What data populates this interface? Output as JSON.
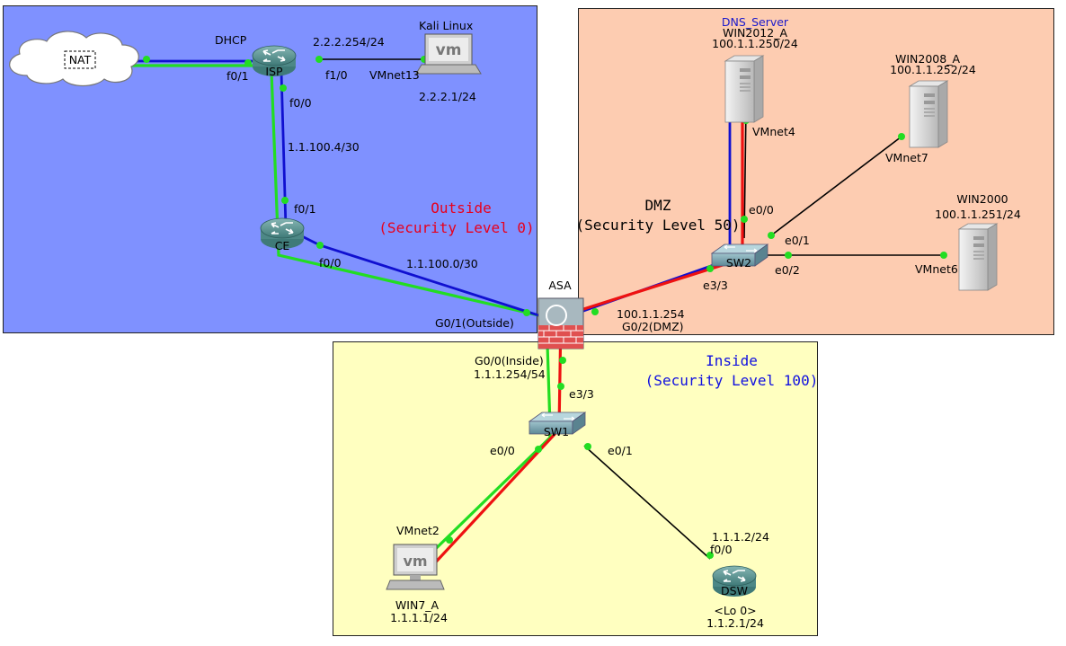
{
  "zones": {
    "outside": {
      "name": "Outside",
      "level": "(Security Level 0)",
      "name_color": "#e8001c",
      "level_color": "#e8001c"
    },
    "dmz": {
      "name": "DMZ",
      "level": "(Security Level 50)",
      "name_color": "#000000",
      "level_color": "#000000"
    },
    "inside": {
      "name": "Inside",
      "level": "(Security Level 100)",
      "name_color": "#1010e0",
      "level_color": "#1010e0"
    }
  },
  "nodes": {
    "nat": {
      "label": "NAT"
    },
    "isp": {
      "label": "ISP",
      "title": "DHCP",
      "ip": "2.2.2.254/24"
    },
    "kali": {
      "title": "Kali Linux",
      "ip": "2.2.2.1/24"
    },
    "ce": {
      "label": "CE"
    },
    "asa": {
      "label": "ASA"
    },
    "sw1": {
      "label": "SW1"
    },
    "sw2": {
      "label": "SW2"
    },
    "dns_server": {
      "role": "DNS_Server",
      "name": "WIN2012_A",
      "ip": "100.1.1.250/24",
      "role_color": "#1a1acc"
    },
    "win2008": {
      "name": "WIN2008_A",
      "ip": "100.1.1.252/24"
    },
    "win2000": {
      "name": "WIN2000",
      "ip": "100.1.1.251/24"
    },
    "win7": {
      "name": "WIN7_A",
      "ip": "1.1.1.1/24"
    },
    "dsw": {
      "label": "DSW",
      "ip": "1.1.1.2/24",
      "loopback": "<Lo 0>",
      "loopback_ip": "1.1.2.1/24"
    }
  },
  "labels": {
    "isp_f0_1": "f0/1",
    "isp_f1_0": "f1/0",
    "isp_f0_0": "f0/0",
    "vmnet13": "VMnet13",
    "link_isp_ce": "1.1.100.4/30",
    "ce_f0_1": "f0/1",
    "ce_f0_0": "f0/0",
    "link_ce_asa": "1.1.100.0/30",
    "asa_g0_1": "G0/1(Outside)",
    "asa_g0_2_ip": "100.1.1.254",
    "asa_g0_2": "G0/2(DMZ)",
    "asa_g0_0": "G0/0(Inside)",
    "asa_g0_0_ip": "1.1.1.254/54",
    "sw1_e3_3": "e3/3",
    "sw1_e0_0": "e0/0",
    "sw1_e0_1": "e0/1",
    "sw2_e3_3": "e3/3",
    "sw2_e0_0": "e0/0",
    "sw2_e0_1": "e0/1",
    "sw2_e0_2": "e0/2",
    "vmnet4": "VMnet4",
    "vmnet7": "VMnet7",
    "vmnet6": "VMnet6",
    "vmnet2": "VMnet2",
    "dsw_f0_0": "f0/0"
  },
  "colors": {
    "blue_path": "#1010d0",
    "green_path": "#22dd22",
    "red_path": "#ee1111",
    "port_dot": "#22dd22",
    "router": "#4a8c8a",
    "outside_bg": "#7f91ff",
    "dmz_bg": "#fdccb1",
    "inside_bg": "#ffffc0"
  }
}
